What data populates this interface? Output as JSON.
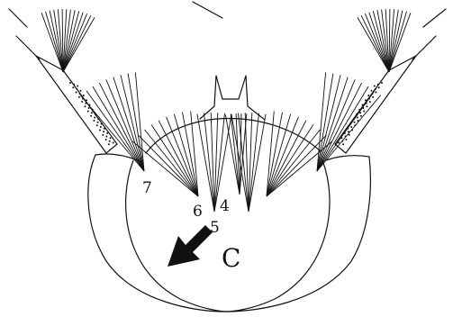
{
  "figure": {
    "seta_labels": [
      "7",
      "6",
      "4",
      "5"
    ],
    "panel_label": "C",
    "colors": {
      "ink": "#111111",
      "background": "#ffffff"
    }
  }
}
